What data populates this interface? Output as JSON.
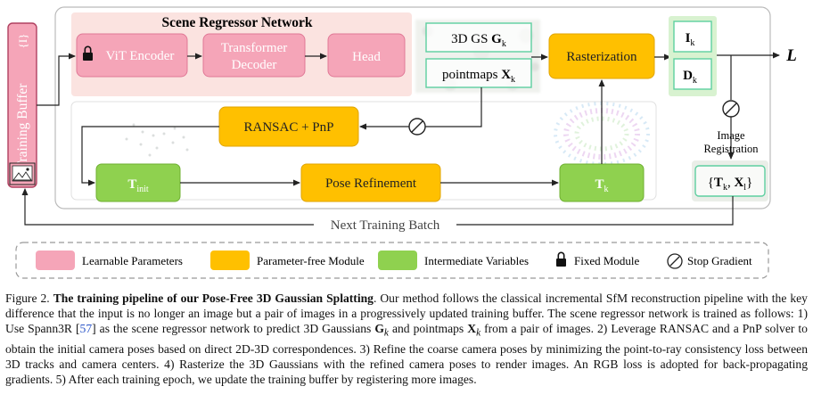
{
  "training_buffer": {
    "label": "Training Buffer",
    "braces": "{I}"
  },
  "network": {
    "title": "Scene Regressor Network"
  },
  "boxes": {
    "vit_encoder": "ViT Encoder",
    "transformer_decoder_line1": "Transformer",
    "transformer_decoder_line2": "Decoder",
    "head": "Head",
    "gs": "3D GS ",
    "gs_sym": "G",
    "gs_sub": "k",
    "pointmaps": "pointmaps ",
    "pm_sym": "X",
    "pm_sub": "k",
    "rasterization": "Rasterization",
    "ransac": "RANSAC + PnP",
    "t_init_sym": "T",
    "t_init_sub": "init",
    "pose_refinement": "Pose Refinement",
    "tk_sym": "T",
    "tk_sub": "k",
    "ik_sym": "I",
    "ik_sub": "k",
    "dk_sym": "D",
    "dk_sub": "k",
    "loss": "L",
    "image_registration_line1": "Image",
    "image_registration_line2": "Registration",
    "reg_open": "{",
    "reg_t": "T",
    "reg_t_sub": "k",
    "reg_comma": ", ",
    "reg_x": "X",
    "reg_x_sub": "l",
    "reg_close": "}",
    "next_batch": "Next Training Batch"
  },
  "legend": [
    {
      "label": "Learnable Parameters",
      "color": "#f5a5b8"
    },
    {
      "label": "Parameter-free Module",
      "color": "#ffc000"
    },
    {
      "label": "Intermediate Variables",
      "color": "#8fd14f"
    },
    {
      "label": "Fixed Module"
    },
    {
      "label": "Stop Gradient"
    }
  ],
  "caption": {
    "fig": "Figure 2.",
    "title": "The training pipeline of our Pose-Free 3D Gaussian Splatting",
    "t1": ". Our method follows the classical incremental SfM reconstruction pipeline with the key difference that the input is no longer an image but a pair of images in a progressively updated training buffer. The scene regressor network is trained as follows: 1) Use Spann3R [",
    "ref": "57",
    "t2": "] as the scene regressor network to predict 3D Gaussians ",
    "g_sym": "G",
    "g_sub": "k",
    "t3": " and pointmaps ",
    "x_sym": "X",
    "x_sub": "k",
    "t4": " from a pair of images. 2) Leverage RANSAC and a PnP solver to obtain the initial camera poses based on direct 2D-3D correspondences. 3) Refine the coarse camera poses by minimizing the point-to-ray consistency loss between 3D tracks and camera centers. 4) Rasterize the 3D Gaussians with the refined camera poses to render images. An RGB loss is adopted for back-propagating gradients. 5) After each training epoch, we update the training buffer by registering more images."
  },
  "colors": {
    "pink": "#f5a5b8",
    "pink_bg": "#fbe3e0",
    "orange": "#ffc000",
    "green": "#8fd14f",
    "light_green_bg": "#d8f2d0",
    "teal_outline": "#5ecfa0"
  }
}
